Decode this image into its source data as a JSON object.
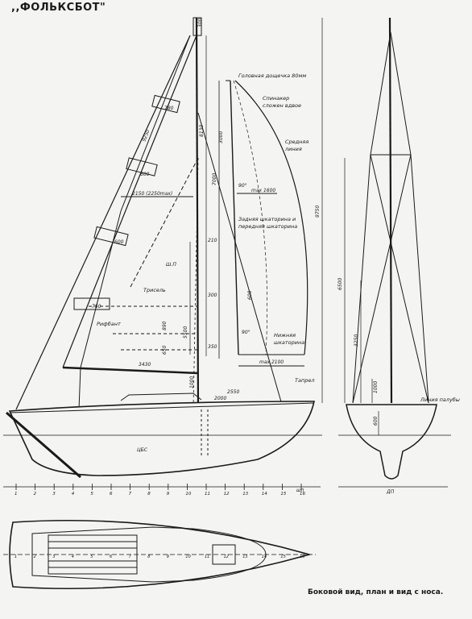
{
  "title": ",,ФОЛЬКСБОТ\"",
  "caption": "Боковой вид, план и вид с носа.",
  "labels": {
    "head_board": "Головная дощечка 80мм",
    "spinnaker": "Спинакер",
    "spinnaker2": "сложен вдвое",
    "middle_line": "Средняя",
    "middle_line2": "линия",
    "leech": "Задняя шкаторина и",
    "leech2": "передняя шкаторина",
    "foot": "Нижняя",
    "foot2": "шкаторина",
    "trysail": "Трисель",
    "reef": "Рифбант",
    "tapreel": "Тапрел",
    "deck_line": "Линия палубы",
    "sail_plan_label": "Ш.П",
    "lateral_center": "ЦБС",
    "centerline_plane": "ДП",
    "units_label": "шп"
  },
  "dims": {
    "d300": "300",
    "d8130": "8130",
    "d9250": "9250",
    "d780": "780",
    "d600a": "600",
    "d2150": "2150 (2250max)",
    "d600b": "600",
    "d750": "750",
    "d210": "210",
    "d300b": "300",
    "d5500": "5500",
    "d350": "350",
    "d890": "890",
    "d650": "650",
    "d3430": "3430",
    "d1000a": "1000",
    "d2550": "2550",
    "d2000": "2000",
    "d3000": "3000",
    "d7000": "7000",
    "max1600": "max 1600",
    "deg90a": "90°",
    "d600c": "600",
    "deg90b": "90°",
    "max2100": "max 2100",
    "d9750": "9750",
    "d6500": "6500",
    "d3250": "3250",
    "d1000b": "1000",
    "d600d": "600"
  },
  "stations": [
    "1",
    "2",
    "3",
    "4",
    "5",
    "6",
    "7",
    "8",
    "9",
    "10",
    "11",
    "12",
    "13",
    "14",
    "15",
    "16"
  ],
  "plan_stations": [
    "1",
    "2",
    "3",
    "4",
    "5",
    "6",
    "7",
    "8",
    "9",
    "10",
    "11",
    "12",
    "13",
    "14",
    "15",
    "16"
  ]
}
